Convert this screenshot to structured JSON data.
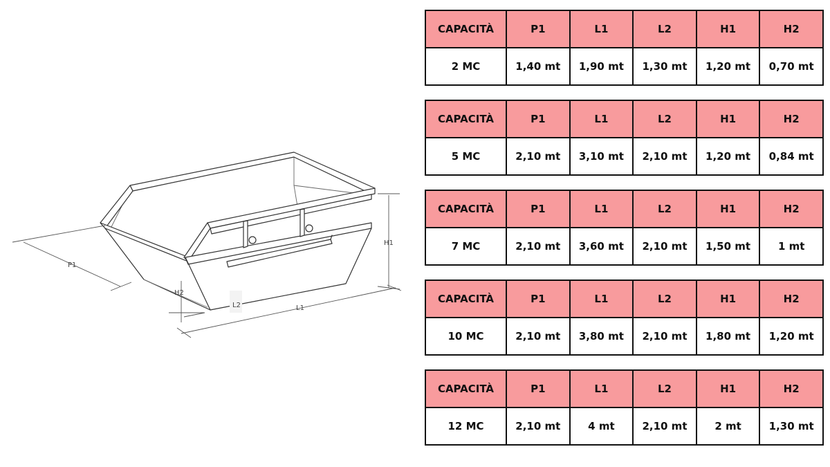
{
  "diagram": {
    "labels": {
      "p1": "P1",
      "h1": "H1",
      "h2": "H2",
      "l1": "L1",
      "l2": "L2"
    }
  },
  "tables": [
    {
      "headers": [
        "CAPACITÀ",
        "P1",
        "L1",
        "L2",
        "H1",
        "H2"
      ],
      "values": [
        "2 MC",
        "1,40 mt",
        "1,90 mt",
        "1,30 mt",
        "1,20 mt",
        "0,70 mt"
      ]
    },
    {
      "headers": [
        "CAPACITÀ",
        "P1",
        "L1",
        "L2",
        "H1",
        "H2"
      ],
      "values": [
        "5 MC",
        "2,10 mt",
        "3,10 mt",
        "2,10 mt",
        "1,20 mt",
        "0,84 mt"
      ]
    },
    {
      "headers": [
        "CAPACITÀ",
        "P1",
        "L1",
        "L2",
        "H1",
        "H2"
      ],
      "values": [
        "7 MC",
        "2,10 mt",
        "3,60 mt",
        "2,10 mt",
        "1,50 mt",
        "1 mt"
      ]
    },
    {
      "headers": [
        "CAPACITÀ",
        "P1",
        "L1",
        "L2",
        "H1",
        "H2"
      ],
      "values": [
        "10 MC",
        "2,10 mt",
        "3,80 mt",
        "2,10 mt",
        "1,80 mt",
        "1,20 mt"
      ]
    },
    {
      "headers": [
        "CAPACITÀ",
        "P1",
        "L1",
        "L2",
        "H1",
        "H2"
      ],
      "values": [
        "12 MC",
        "2,10 mt",
        "4 mt",
        "2,10 mt",
        "2 mt",
        "1,30 mt"
      ]
    }
  ],
  "colors": {
    "header_bg": "#f89b9d",
    "border": "#111111",
    "line": "#333333"
  }
}
